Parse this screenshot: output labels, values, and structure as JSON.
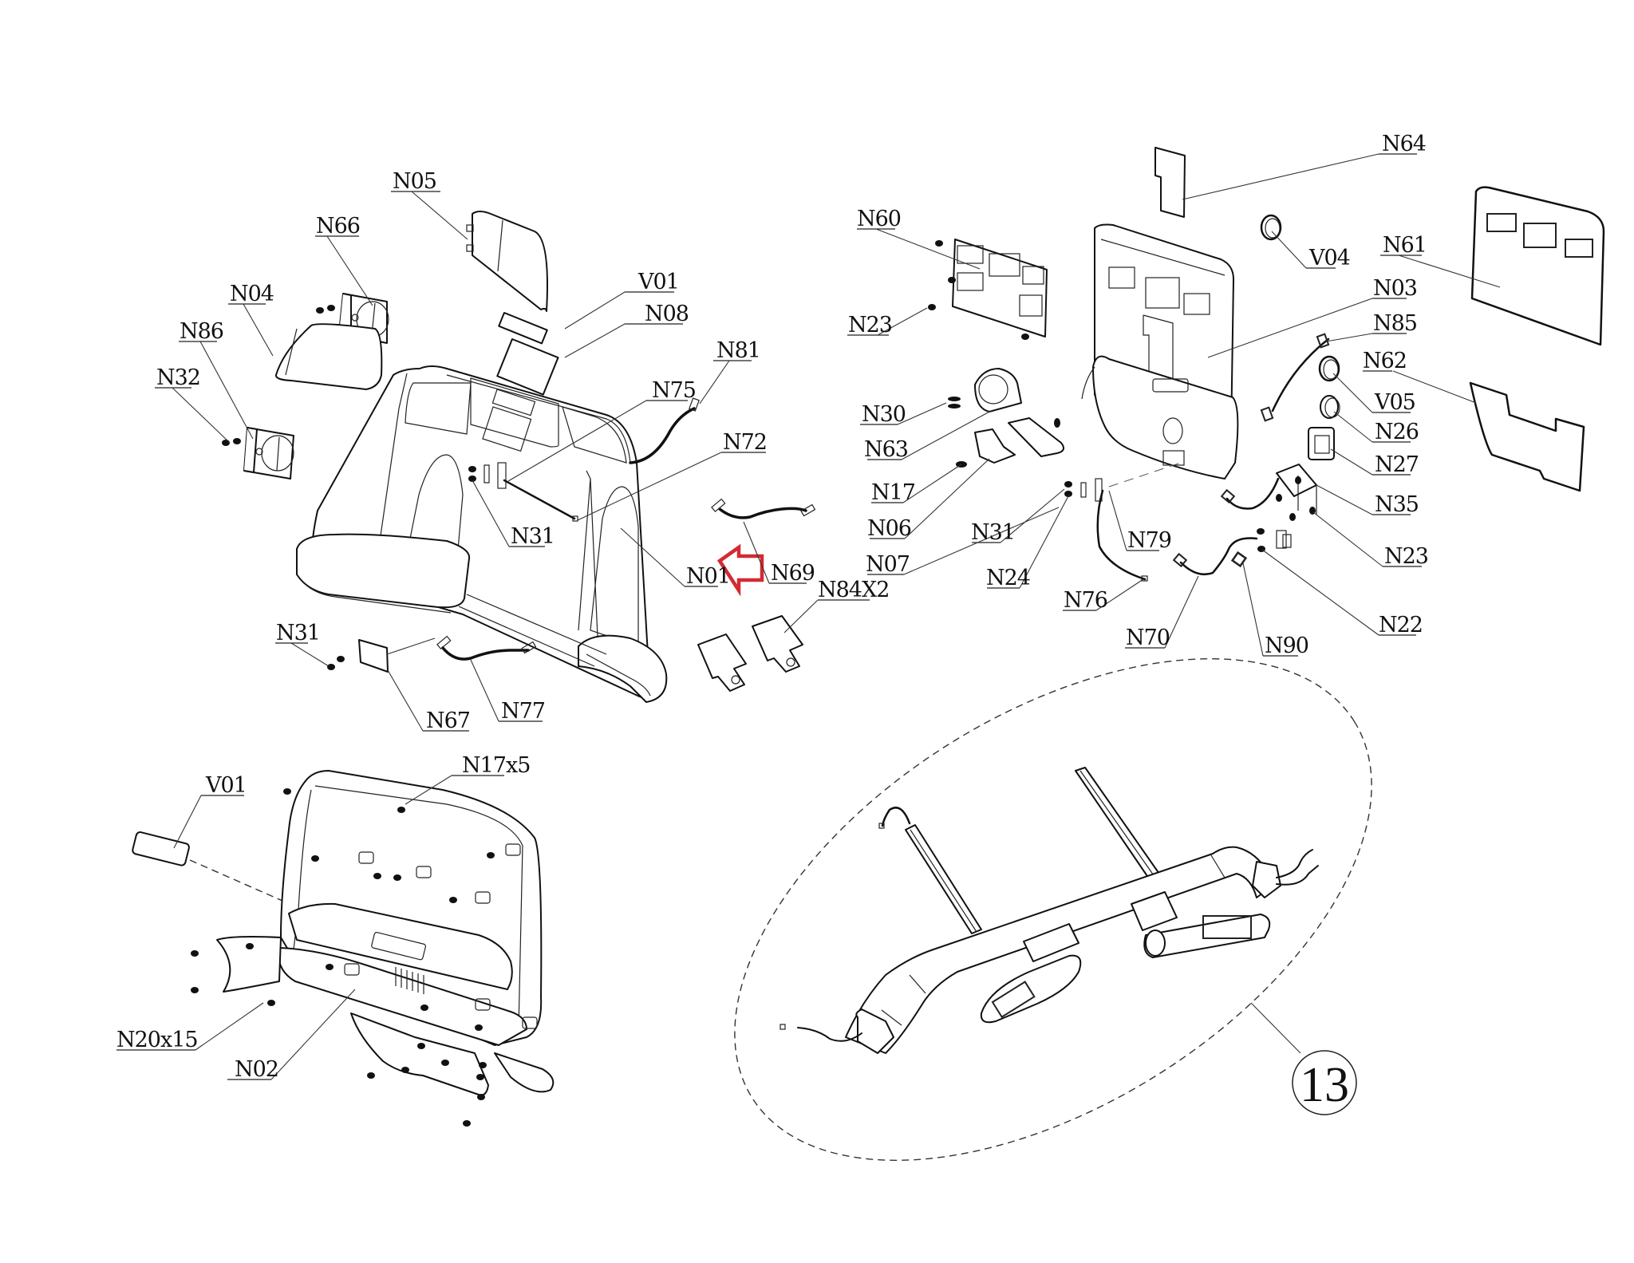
{
  "diagram": {
    "type": "exploded-parts-diagram",
    "highlight_color": "#d42a32",
    "line_color": "#111111",
    "background": "#ffffff",
    "highlighted_part": "N01",
    "labels": {
      "N05": "N05",
      "N66": "N66",
      "N04": "N04",
      "N86": "N86",
      "N32": "N32",
      "V01_top": "V01",
      "N08": "N08",
      "N81": "N81",
      "N75": "N75",
      "N72": "N72",
      "N31_mid": "N31",
      "N01": "N01",
      "N69": "N69",
      "N84X2": "N84X2",
      "N31_low": "N31",
      "N67": "N67",
      "N77": "N77",
      "N64": "N64",
      "N60": "N60",
      "V04": "V04",
      "N61": "N61",
      "N23_top": "N23",
      "N03": "N03",
      "N85": "N85",
      "N62": "N62",
      "N30": "N30",
      "V05": "V05",
      "N63": "N63",
      "N26": "N26",
      "N27": "N27",
      "N17": "N17",
      "N35": "N35",
      "N06": "N06",
      "N31_right": "N31",
      "N79": "N79",
      "N23_right": "N23",
      "N07": "N07",
      "N24": "N24",
      "N76": "N76",
      "N22": "N22",
      "N70": "N70",
      "N90": "N90",
      "V01_bottom": "V01",
      "N17x5": "N17x5",
      "N20x15": "N20x15",
      "N02": "N02",
      "assembly_13": "13"
    },
    "groups": [
      {
        "name": "console-front-assembly",
        "parts": [
          "N05",
          "N66",
          "N04",
          "N86",
          "N32",
          "V01",
          "N08",
          "N81",
          "N75",
          "N72",
          "N31",
          "N01",
          "N69",
          "N84X2",
          "N67",
          "N77"
        ]
      },
      {
        "name": "console-rear-assembly",
        "parts": [
          "N64",
          "N60",
          "V04",
          "N61",
          "N23",
          "N03",
          "N85",
          "N62",
          "N30",
          "V05",
          "N63",
          "N26",
          "N27",
          "N17",
          "N35",
          "N06",
          "N31",
          "N79",
          "N07",
          "N24",
          "N76",
          "N22",
          "N70",
          "N90"
        ]
      },
      {
        "name": "console-back-cover-assembly",
        "parts": [
          "V01",
          "N17x5",
          "N20x15",
          "N02"
        ]
      },
      {
        "name": "handlebar-assembly",
        "parts": [
          "13"
        ]
      }
    ]
  }
}
